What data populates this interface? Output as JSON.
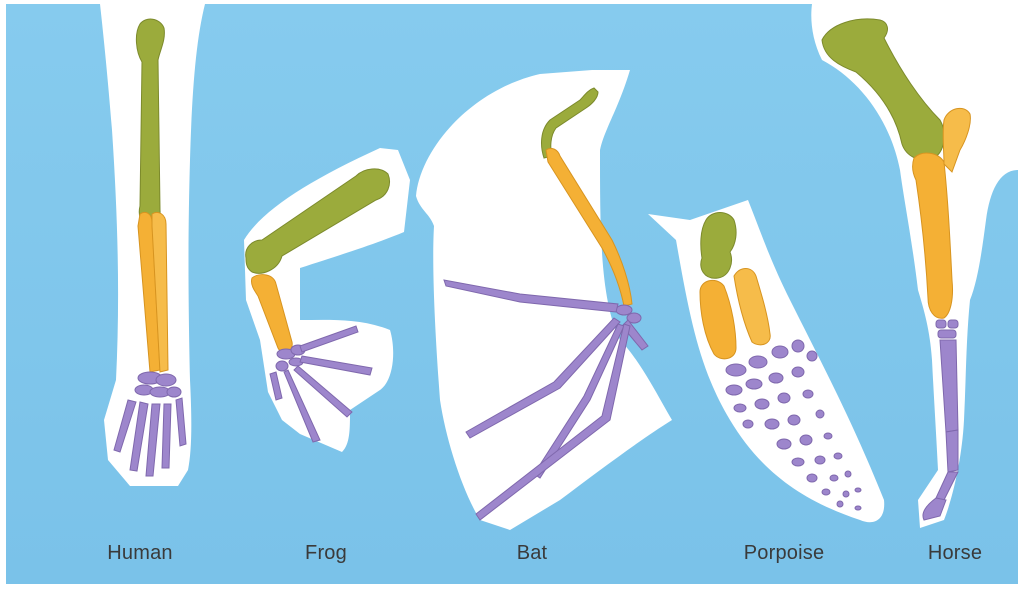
{
  "colors": {
    "sky": "#7ec4ea",
    "silhouette": "#ffffff",
    "humerus": "#9bab3c",
    "forearm": "#f4b035",
    "hand": "#9d86cc"
  },
  "labels": {
    "human": "Human",
    "frog": "Frog",
    "bat": "Bat",
    "porpoise": "Porpoise",
    "horse": "Horse"
  }
}
